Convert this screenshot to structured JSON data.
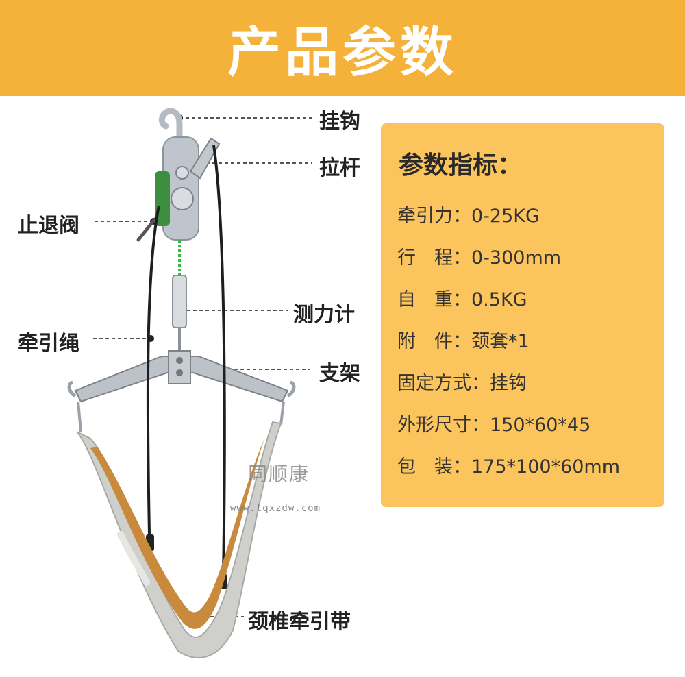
{
  "banner": {
    "title": "产品参数"
  },
  "callouts": {
    "hook": "挂钩",
    "lever": "拉杆",
    "check_valve": "止退阀",
    "force_gauge": "测力计",
    "traction_rope": "牵引绳",
    "frame": "支架",
    "neck_belt": "颈椎牵引带"
  },
  "watermark": {
    "name": "同顺康",
    "url": "www.tqxzdw.com"
  },
  "specs": {
    "heading": "参数指标：",
    "rows": [
      "牵引力：0-25KG",
      "行　程：0-300mm",
      "自　重：0.5KG",
      "附　件：颈套*1",
      "固定方式：挂钩",
      "外形尺寸：150*60*45",
      "包　装：175*100*60mm"
    ]
  },
  "colors": {
    "banner": "#f5b23a",
    "card": "#fbc45d",
    "belt_inner": "#c98a3e",
    "belt_outer": "#cfd0cc",
    "metal": "#b9bfc6"
  }
}
